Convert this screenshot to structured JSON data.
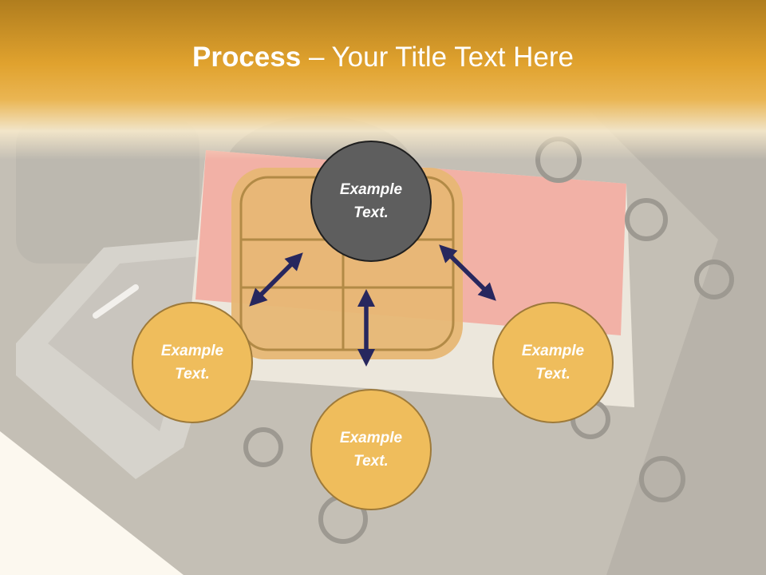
{
  "slide": {
    "title_bold": "Process",
    "title_rest": " – Your Title Text Here"
  },
  "diagram": {
    "nodes": [
      {
        "id": "top",
        "line1": "Example",
        "line2": "Text."
      },
      {
        "id": "left",
        "line1": "Example",
        "line2": "Text."
      },
      {
        "id": "bottom",
        "line1": "Example",
        "line2": "Text."
      },
      {
        "id": "right",
        "line1": "Example",
        "line2": "Text."
      }
    ]
  },
  "colors": {
    "header_gold": "#e0a22e",
    "node_fill": "#efbd5c",
    "node_border": "#9e7a39",
    "center_fill": "#5e5e5e",
    "arrow": "#27275e"
  }
}
